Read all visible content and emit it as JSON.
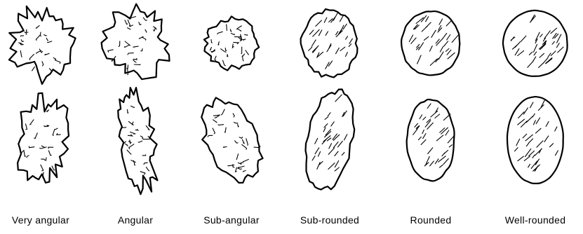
{
  "labels": [
    "Very angular",
    "Angular",
    "Sub-angular",
    "Sub-rounded",
    "Rounded",
    "Well-rounded"
  ],
  "colors": {
    "ink": "#000000",
    "paper": "#ffffff"
  }
}
